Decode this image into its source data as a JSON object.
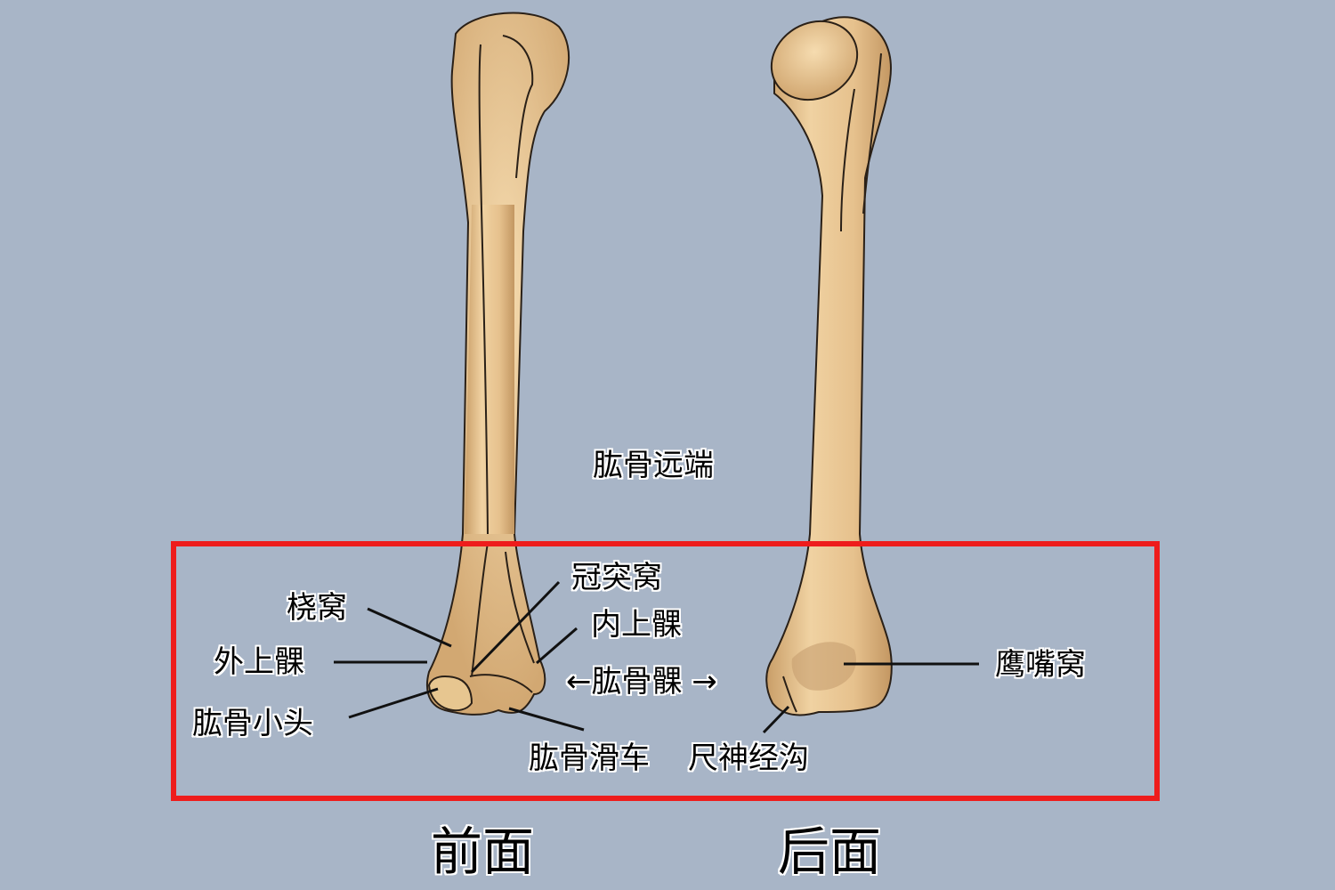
{
  "title": "肱骨远端",
  "highlight_color": "#ee1c1c",
  "background_color": "#a8b5c7",
  "bone_color": "#e8c590",
  "views": {
    "front": {
      "label": "前面"
    },
    "back": {
      "label": "后面"
    }
  },
  "labels": {
    "radial_fossa": "桡窝",
    "lateral_epicondyle": "外上髁",
    "capitulum": "肱骨小头",
    "coronoid_fossa": "冠突窝",
    "medial_epicondyle": "内上髁",
    "condyle": "←肱骨髁 →",
    "trochlea": "肱骨滑车",
    "ulnar_groove": "尺神经沟",
    "olecranon_fossa": "鹰嘴窝"
  }
}
